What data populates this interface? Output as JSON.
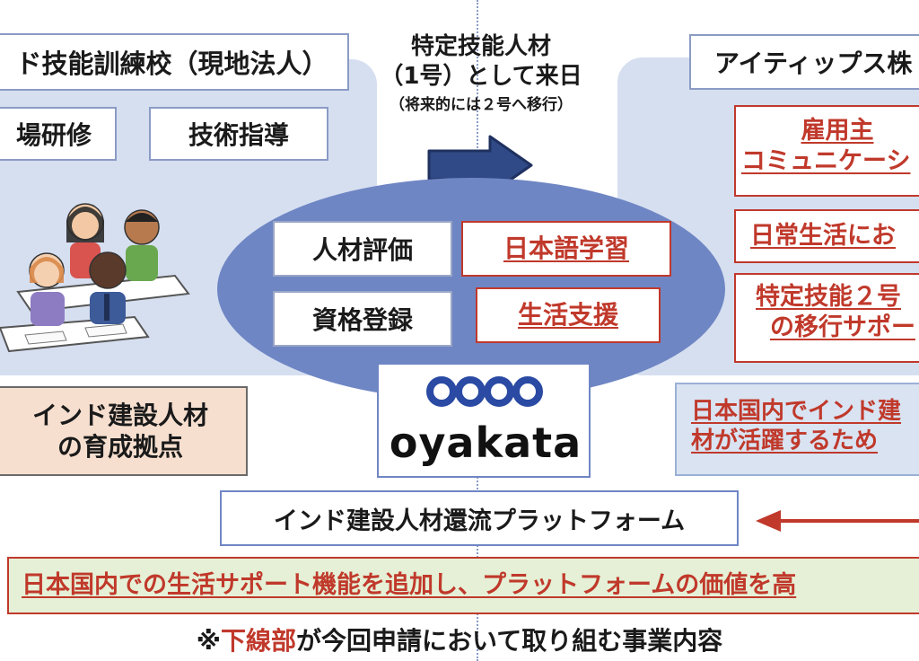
{
  "left": {
    "school_title": "ド技能訓練校（現地法人）",
    "chip_site": "場研修",
    "chip_tech": "技術指導",
    "hub_line1": "インド建設人材",
    "hub_line2": "の育成拠点"
  },
  "arrow_text": {
    "line1": "特定技能人材",
    "line2": "（1号）として来日",
    "line3": "（将来的には２号へ移行）"
  },
  "center": {
    "eval": "人材評価",
    "japanese": "日本語学習",
    "cert": "資格登録",
    "life": "生活支援",
    "logo_text": "oyakata",
    "platform": "インド建設人材還流プラットフォーム"
  },
  "right": {
    "company_title": "アイティップス株",
    "item1_line1": "雇用主",
    "item1_line2": "コミュニケーシ",
    "item2": "日常生活にお",
    "item3_line1": "特定技能２号",
    "item3_line2": "の移行サポー",
    "blue_line1": "日本国内でインド建",
    "blue_line2": "材が活躍するため"
  },
  "banner": "日本国内での生活サポート機能を追加し、プラットフォームの価値を高",
  "footnote": {
    "prefix": "※",
    "highlight": "下線部",
    "rest": "が今回申請において取り組む事業内容"
  },
  "colors": {
    "panel": "#d6dff0",
    "ellipse": "#6f86c4",
    "accent_red": "#c0392b",
    "hub_beige": "#f6dfcf",
    "banner_green": "#e5f0d6",
    "arrow_navy": "#2f4a86"
  }
}
